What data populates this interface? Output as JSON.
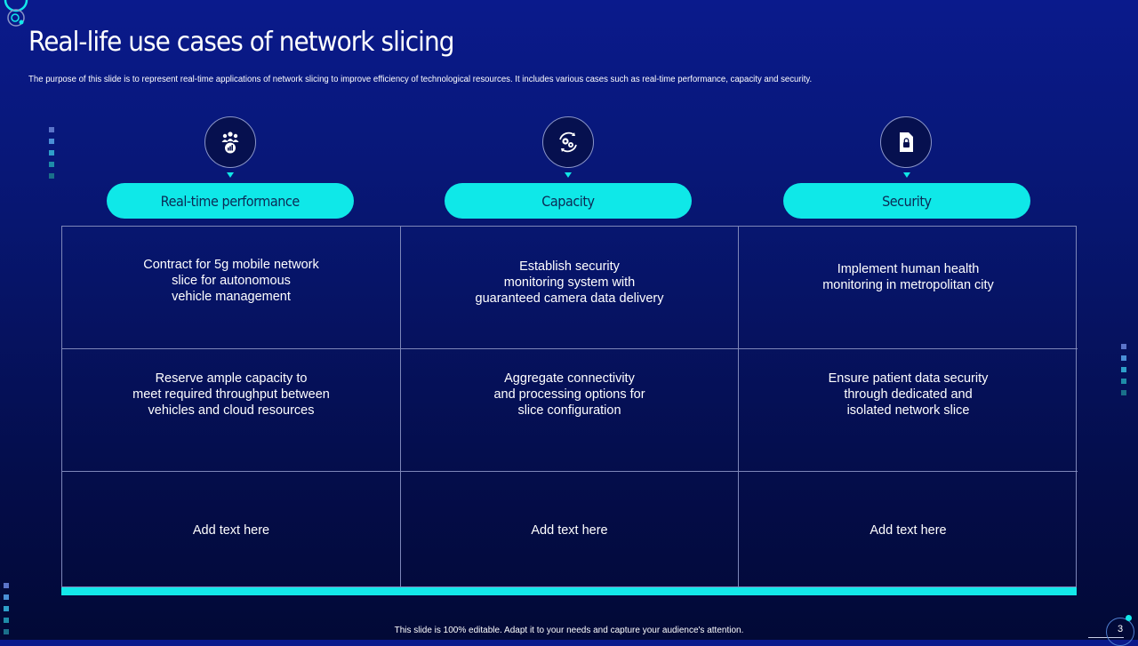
{
  "slide": {
    "title": "Real-life use cases of network slicing",
    "subtitle": "The purpose of this slide is to represent real-time applications of network slicing to improve efficiency of technological resources. It includes various cases such as real-time performance, capacity and security.",
    "footer": "This slide is 100% editable.  Adapt it to your needs and capture your audience's attention.",
    "page_number": "3"
  },
  "columns": [
    {
      "label": "Real-time performance",
      "icon": "team-growth-chart-icon"
    },
    {
      "label": "Capacity",
      "icon": "gears-cycle-icon"
    },
    {
      "label": "Security",
      "icon": "secure-document-icon"
    }
  ],
  "rows": [
    [
      "Contract for 5g mobile network\nslice for autonomous\nvehicle management",
      "Establish security\nmonitoring system with\nguaranteed camera data delivery",
      "Implement human health\nmonitoring in metropolitan city"
    ],
    [
      "Reserve ample capacity to\nmeet required throughput between\nvehicles and cloud resources",
      "Aggregate connectivity\nand processing options for\nslice configuration",
      "Ensure patient data security\nthrough dedicated and\nisolated network slice"
    ],
    [
      "Add text here",
      "Add text here",
      "Add text here"
    ]
  ],
  "colors": {
    "accent": "#13e8ea",
    "background_top": "#0a1a8c",
    "background_bottom": "#020936",
    "pill_text": "#0b2a55"
  }
}
